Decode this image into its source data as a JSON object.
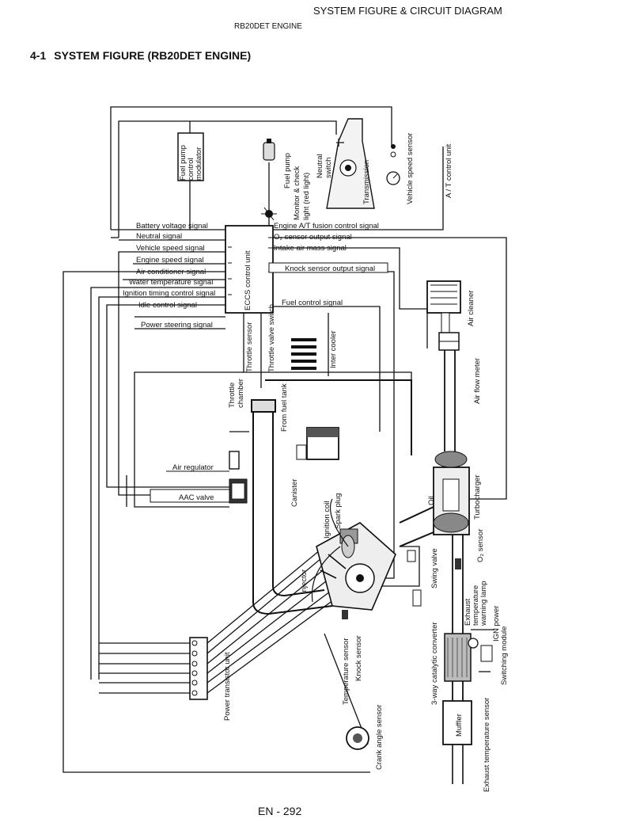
{
  "header": {
    "title": "SYSTEM FIGURE & CIRCUIT DIAGRAM",
    "engine": "RB20DET ENGINE",
    "section_number": "4-1",
    "section_title": "SYSTEM FIGURE (RB20DET ENGINE)"
  },
  "footer": {
    "page_number": "EN - 292"
  },
  "ecu": {
    "label": "ECCS control unit"
  },
  "signals_left": {
    "battery": "Battery voltage signal",
    "neutral": "Neutral signal",
    "vehicle_speed": "Vehicle speed signal",
    "engine_speed": "Engine speed signal",
    "air_conditioner": "Air conditioner signal",
    "water_temperature": "Water temperature signal",
    "ignition_timing": "Ignition timing control signal",
    "idle_control": "Idle control signal",
    "power_steering": "Power steering signal"
  },
  "signals_right": {
    "fusion": "Engine A/T fusion control signal",
    "o2_sensor": "O₂ sensor output signal",
    "intake_air": "Intake air mass signal",
    "knock": "Knock sensor output signal",
    "fuel_control": "Fuel control signal"
  },
  "components": {
    "fuel_pump_modulator": [
      "Fuel pump",
      "control",
      "modulator"
    ],
    "fuel_pump": "Fuel pump",
    "monitor_light": [
      "Monitor & check",
      "light (red light)"
    ],
    "neutral_switch": [
      "Neutral",
      "switch"
    ],
    "transmission": "Transmission",
    "vehicle_speed_sensor": "Vehicle speed sensor",
    "at_control_unit": "A / T control unit",
    "air_cleaner": "Air cleaner",
    "air_flow_meter": "Air flow meter",
    "throttle_sensor": "Throttle sensor",
    "throttle_valve_switch": "Throttle valve switch",
    "inter_cooler": "Inter cooler",
    "throttle_chamber": [
      "Throttle",
      "chamber"
    ],
    "from_fuel_tank": "From fuel tank",
    "air_regulator": "Air regulator",
    "aac_valve": "AAC valve",
    "canister": "Canister",
    "ignition_coil": "Ignition coil",
    "spark_plug": "Spark plug",
    "oil": "Oil",
    "turbocharger": "Turbocharger",
    "o2_sensor": "O₂ sensor",
    "swing_valve": "Swing valve",
    "injector": "Injector",
    "exhaust_temp_warning": [
      "Exhaust",
      "temperature",
      "warning lamp"
    ],
    "ign_power": "IGN power",
    "switching_module": "Switching module",
    "temperature_sensor": "Temperature sensor",
    "knock_sensor": "Knock sensor",
    "catalytic_converter": "3-way catalytic converter",
    "exhaust_temp_sensor": "Exhaust temperature sensor",
    "power_transistor_unit": "Power transistor unit",
    "crank_angle_sensor": "Crank angle sensor",
    "muffler": "Muffler"
  }
}
